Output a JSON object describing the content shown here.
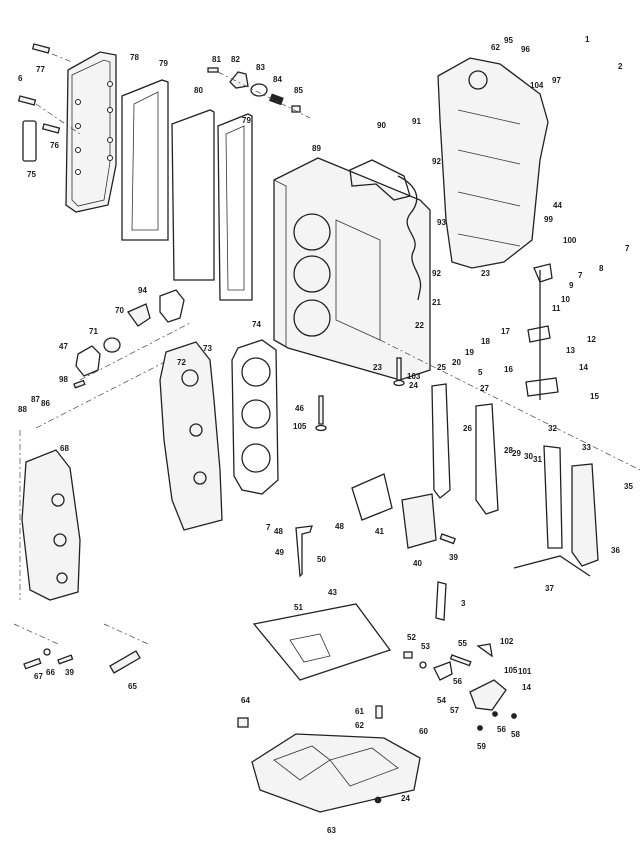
{
  "diagram": {
    "title": "Powerhead / Cylinder Block Exploded View",
    "background": "#ffffff",
    "line_color": "#222222",
    "callouts": [
      {
        "id": "c77",
        "label": "77",
        "part": "screw"
      },
      {
        "id": "c78",
        "label": "78",
        "part": "exhaust-cover"
      },
      {
        "id": "c6",
        "label": "6",
        "part": "screw"
      },
      {
        "id": "c76",
        "label": "76",
        "part": "screw"
      },
      {
        "id": "c75",
        "label": "75",
        "part": "decal"
      },
      {
        "id": "c79a",
        "label": "79",
        "part": "gasket"
      },
      {
        "id": "c80",
        "label": "80",
        "part": "exhaust-plate"
      },
      {
        "id": "c79b",
        "label": "79",
        "part": "gasket"
      },
      {
        "id": "c81",
        "label": "81",
        "part": "screw"
      },
      {
        "id": "c82",
        "label": "82",
        "part": "cover"
      },
      {
        "id": "c83",
        "label": "83",
        "part": "gasket"
      },
      {
        "id": "c84",
        "label": "84",
        "part": "spring"
      },
      {
        "id": "c85",
        "label": "85",
        "part": "valve"
      },
      {
        "id": "c89",
        "label": "89",
        "part": "cylinder-block"
      },
      {
        "id": "c90",
        "label": "90",
        "part": "screw"
      },
      {
        "id": "c91",
        "label": "91",
        "part": "screw"
      },
      {
        "id": "c62a",
        "label": "62",
        "part": "washer"
      },
      {
        "id": "c95",
        "label": "95",
        "part": "nut"
      },
      {
        "id": "c96",
        "label": "96",
        "part": "screw"
      },
      {
        "id": "c1",
        "label": "1",
        "part": "bracket"
      },
      {
        "id": "c2",
        "label": "2",
        "part": "screw"
      },
      {
        "id": "c104",
        "label": "104",
        "part": "washer"
      },
      {
        "id": "c97",
        "label": "97",
        "part": "screw"
      },
      {
        "id": "c92a",
        "label": "92",
        "part": "dowel-pin"
      },
      {
        "id": "c93",
        "label": "93",
        "part": "hose"
      },
      {
        "id": "c92b",
        "label": "92",
        "part": "dowel-pin"
      },
      {
        "id": "c23a",
        "label": "23",
        "part": "stud"
      },
      {
        "id": "c44",
        "label": "44",
        "part": "screw"
      },
      {
        "id": "c99",
        "label": "99",
        "part": "pin"
      },
      {
        "id": "c100",
        "label": "100",
        "part": "pin"
      },
      {
        "id": "c7a",
        "label": "7",
        "part": "nut"
      },
      {
        "id": "c8",
        "label": "8",
        "part": "link"
      },
      {
        "id": "c7b",
        "label": "7",
        "part": "nut"
      },
      {
        "id": "c9",
        "label": "9",
        "part": "link"
      },
      {
        "id": "c10",
        "label": "10",
        "part": "shaft"
      },
      {
        "id": "c11",
        "label": "11",
        "part": "shaft"
      },
      {
        "id": "c21",
        "label": "21",
        "part": "fitting"
      },
      {
        "id": "c22",
        "label": "22",
        "part": "elbow"
      },
      {
        "id": "c17",
        "label": "17",
        "part": "block"
      },
      {
        "id": "c18",
        "label": "18",
        "part": "screw"
      },
      {
        "id": "c19",
        "label": "19",
        "part": "nut"
      },
      {
        "id": "c20",
        "label": "20",
        "part": "retainer"
      },
      {
        "id": "c12",
        "label": "12",
        "part": "screw"
      },
      {
        "id": "c13",
        "label": "13",
        "part": "nut"
      },
      {
        "id": "c16",
        "label": "16",
        "part": "lever"
      },
      {
        "id": "c14a",
        "label": "14",
        "part": "screw"
      },
      {
        "id": "c15",
        "label": "15",
        "part": "clip"
      },
      {
        "id": "c23b",
        "label": "23",
        "part": "stud"
      },
      {
        "id": "c103",
        "label": "103",
        "part": "washer"
      },
      {
        "id": "c24a",
        "label": "24",
        "part": "nut"
      },
      {
        "id": "c25",
        "label": "25",
        "part": "gasket"
      },
      {
        "id": "c5",
        "label": "5",
        "part": "nut"
      },
      {
        "id": "c27",
        "label": "27",
        "part": "plate"
      },
      {
        "id": "c26",
        "label": "26",
        "part": "plug"
      },
      {
        "id": "c28",
        "label": "28",
        "part": "pin"
      },
      {
        "id": "c29",
        "label": "29",
        "part": "pin"
      },
      {
        "id": "c30",
        "label": "30",
        "part": "nut"
      },
      {
        "id": "c31",
        "label": "31",
        "part": "screw"
      },
      {
        "id": "c32",
        "label": "32",
        "part": "gasket"
      },
      {
        "id": "c33",
        "label": "33",
        "part": "manifold"
      },
      {
        "id": "c35",
        "label": "35",
        "part": "screw"
      },
      {
        "id": "c36",
        "label": "36",
        "part": "clip"
      },
      {
        "id": "c37",
        "label": "37",
        "part": "tube"
      },
      {
        "id": "c94",
        "label": "94",
        "part": "gasket"
      },
      {
        "id": "c70",
        "label": "70",
        "part": "thermostat"
      },
      {
        "id": "c71",
        "label": "71",
        "part": "seal"
      },
      {
        "id": "c47",
        "label": "47",
        "part": "cover"
      },
      {
        "id": "c98",
        "label": "98",
        "part": "screw"
      },
      {
        "id": "c73",
        "label": "73",
        "part": "plug"
      },
      {
        "id": "c72",
        "label": "72",
        "part": "cylinder-head"
      },
      {
        "id": "c74",
        "label": "74",
        "part": "head-gasket"
      },
      {
        "id": "c87",
        "label": "87",
        "part": "washer"
      },
      {
        "id": "c86",
        "label": "86",
        "part": "nut"
      },
      {
        "id": "c88",
        "label": "88",
        "part": "sensor"
      },
      {
        "id": "c68",
        "label": "68",
        "part": "head-cover"
      },
      {
        "id": "c46",
        "label": "46",
        "part": "stud"
      },
      {
        "id": "c105a",
        "label": "105",
        "part": "washer"
      },
      {
        "id": "c41",
        "label": "41",
        "part": "gasket"
      },
      {
        "id": "c40",
        "label": "40",
        "part": "cover"
      },
      {
        "id": "c39a",
        "label": "39",
        "part": "screw"
      },
      {
        "id": "c7c",
        "label": "7",
        "part": "nut"
      },
      {
        "id": "c48a",
        "label": "48",
        "part": "washer"
      },
      {
        "id": "c48b",
        "label": "48",
        "part": "washer"
      },
      {
        "id": "c49",
        "label": "49",
        "part": "bracket"
      },
      {
        "id": "c50",
        "label": "50",
        "part": "screw"
      },
      {
        "id": "c43",
        "label": "43",
        "part": "clip"
      },
      {
        "id": "c3",
        "label": "3",
        "part": "reed"
      },
      {
        "id": "c51",
        "label": "51",
        "part": "gasket"
      },
      {
        "id": "c67",
        "label": "67",
        "part": "screw"
      },
      {
        "id": "c66",
        "label": "66",
        "part": "washer"
      },
      {
        "id": "c39b",
        "label": "39",
        "part": "screw"
      },
      {
        "id": "c65",
        "label": "65",
        "part": "spark-plug"
      },
      {
        "id": "c52",
        "label": "52",
        "part": "fitting"
      },
      {
        "id": "c53",
        "label": "53",
        "part": "nut"
      },
      {
        "id": "c55",
        "label": "55",
        "part": "screw"
      },
      {
        "id": "c102",
        "label": "102",
        "part": "bracket"
      },
      {
        "id": "c56a",
        "label": "56",
        "part": "nut"
      },
      {
        "id": "c105b",
        "label": "105",
        "part": "washer"
      },
      {
        "id": "c101",
        "label": "101",
        "part": "screw"
      },
      {
        "id": "c14b",
        "label": "14",
        "part": "screw"
      },
      {
        "id": "c54",
        "label": "54",
        "part": "bracket"
      },
      {
        "id": "c57",
        "label": "57",
        "part": "arm"
      },
      {
        "id": "c56b",
        "label": "56",
        "part": "nut"
      },
      {
        "id": "c58",
        "label": "58",
        "part": "nut"
      },
      {
        "id": "c59",
        "label": "59",
        "part": "nut"
      },
      {
        "id": "c60",
        "label": "60",
        "part": "bushing"
      },
      {
        "id": "c61",
        "label": "61",
        "part": "screw"
      },
      {
        "id": "c62b",
        "label": "62",
        "part": "washer"
      },
      {
        "id": "c64",
        "label": "64",
        "part": "plug"
      },
      {
        "id": "c24b",
        "label": "24",
        "part": "nut"
      },
      {
        "id": "c63",
        "label": "63",
        "part": "adapter-plate"
      }
    ]
  }
}
